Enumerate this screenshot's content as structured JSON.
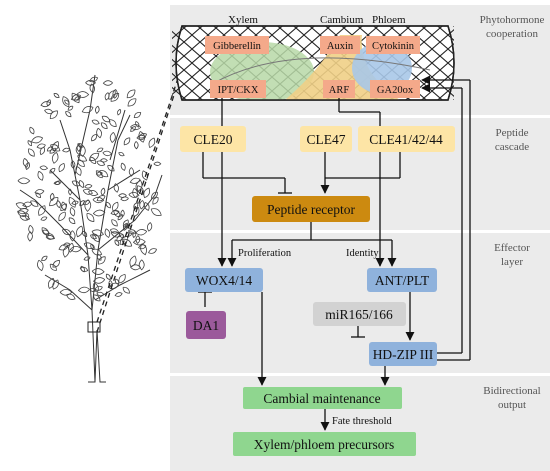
{
  "bands": [
    {
      "label_lines": [
        "Phytohormone",
        "cooperation"
      ]
    },
    {
      "label_lines": [
        "Peptide",
        "cascade"
      ]
    },
    {
      "label_lines": [
        "Effector",
        "layer"
      ]
    },
    {
      "label_lines": [
        "Bidirectional",
        "output"
      ]
    }
  ],
  "tissue": {
    "xylem": "Xylem",
    "cambium": "Cambium",
    "phloem": "Phloem"
  },
  "hormones": {
    "gibberellin": "Gibberellin",
    "auxin": "Auxin",
    "cytokinin": "Cytokinin",
    "ipt_ckx": "IPT/CKX",
    "arf": "ARF",
    "ga20ox": "GA20ox"
  },
  "peptides": {
    "cle20": "CLE20",
    "cle47": "CLE47",
    "cle41": "CLE41/42/44"
  },
  "receptor": "Peptide receptor",
  "edge_labels": {
    "proliferation": "Proliferation",
    "identity": "Identity",
    "fate": "Fate threshold"
  },
  "effectors": {
    "wox": "WOX4/14",
    "da1": "DA1",
    "ant": "ANT/PLT",
    "mir": "miR165/166",
    "hdzip": "HD-ZIP III"
  },
  "outputs": {
    "cambial": "Cambial maintenance",
    "precursors": "Xylem/phloem precursors"
  },
  "colors": {
    "band": "#ebebeb",
    "hormone": "#f4a98a",
    "peptide": "#fde5a6",
    "receptor": "#cc8a10",
    "effector": "#8fb2dc",
    "da1": "#9b5a9b",
    "mirna": "#d2d2d2",
    "output": "#8fd68f"
  }
}
